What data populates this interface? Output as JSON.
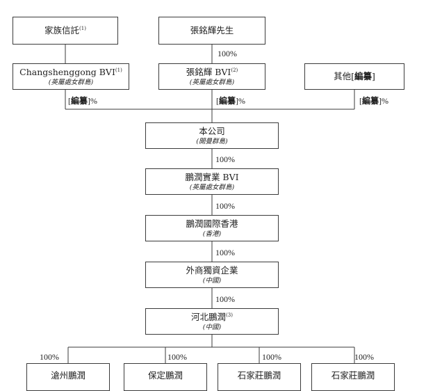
{
  "nodes": {
    "family_trust": {
      "name": "家族信託",
      "note": "(1)"
    },
    "zhang": {
      "name": "張銘輝先生"
    },
    "changshenggong": {
      "name": "Changshenggong BVI",
      "note": "(1)",
      "jurisdiction": "(英屬處女群島)"
    },
    "zhang_bvi": {
      "name": "張銘輝 BVI",
      "note": "(2)",
      "jurisdiction": "(英屬處女群島)"
    },
    "others": {
      "name": "其他[",
      "redacted": "編纂",
      "tail": "]"
    },
    "company": {
      "name": "本公司",
      "jurisdiction": "(開曼群島)"
    },
    "pengrun_bvi": {
      "name": "鵬潤實業 BVI",
      "jurisdiction": "(英屬處女群島)"
    },
    "pengrun_hk": {
      "name": "鵬潤國際香港",
      "jurisdiction": "(香港)"
    },
    "wfoe": {
      "name": "外商獨資企業",
      "jurisdiction": "(中國)"
    },
    "hebei": {
      "name": "河北鵬潤",
      "note": "(3)",
      "jurisdiction": "(中國)"
    },
    "sub1": {
      "name": "滄州鵬潤"
    },
    "sub2": {
      "name": "保定鵬潤"
    },
    "sub3": {
      "name": "石家莊鵬潤"
    },
    "sub4": {
      "name": "石家莊鵬潤"
    }
  },
  "labels": {
    "zhang_to_bvi": "100%",
    "redacted_left": {
      "open": "[",
      "word": "編纂",
      "close": "]%"
    },
    "redacted_mid": {
      "open": "[",
      "word": "編纂",
      "close": "]%"
    },
    "redacted_right": {
      "open": "[",
      "word": "編纂",
      "close": "]%"
    },
    "company_to_pengrun_bvi": "100%",
    "pengrun_bvi_to_hk": "100%",
    "hk_to_wfoe": "100%",
    "wfoe_to_hebei": "100%",
    "sub1": "100%",
    "sub2": "100%",
    "sub3": "100%",
    "sub4": "100%"
  }
}
